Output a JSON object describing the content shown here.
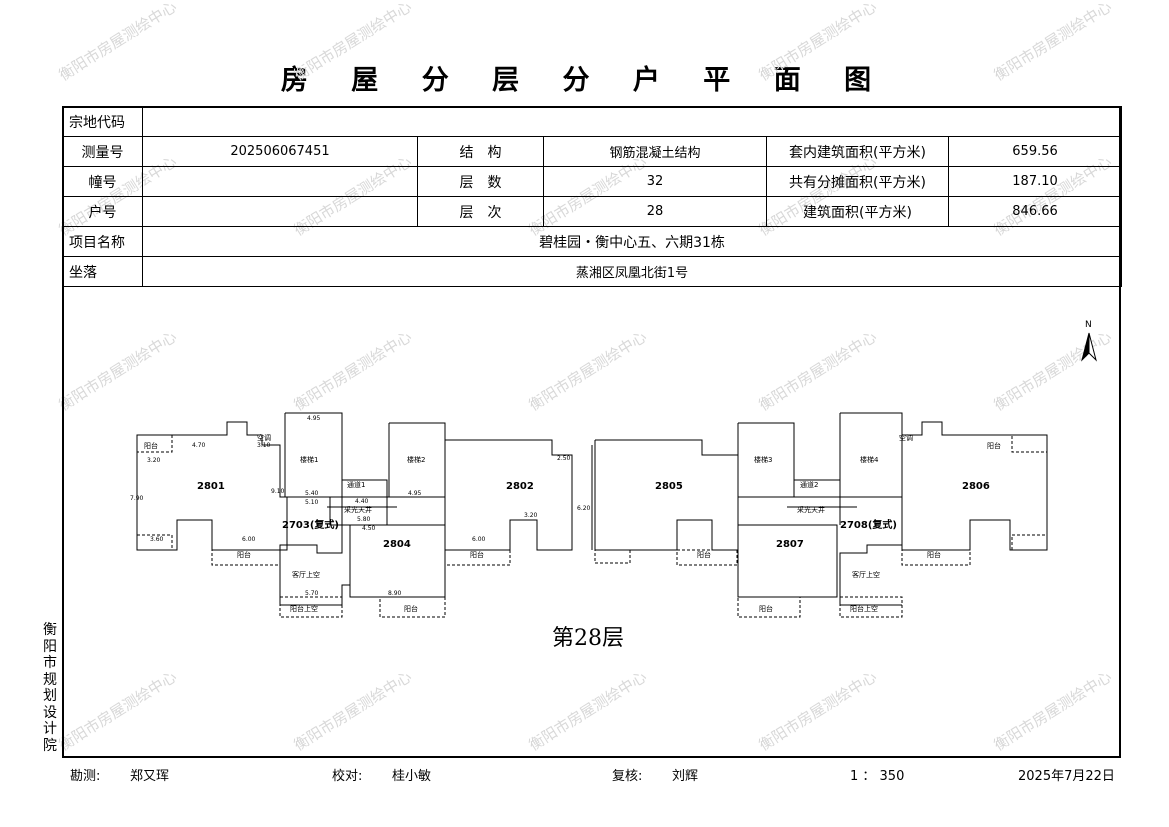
{
  "title": "房 屋 分 层 分 户 平 面 图",
  "info": {
    "parcel_code_label": "宗地代码",
    "parcel_code": "",
    "survey_no_label": "测量号",
    "survey_no": "202506067451",
    "structure_label": "结　构",
    "structure": "钢筋混凝土结构",
    "inner_area_label": "套内建筑面积(平方米)",
    "inner_area": "659.56",
    "building_no_label": "幢号",
    "building_no": "",
    "floors_label": "层　数",
    "floors": "32",
    "shared_area_label": "共有分摊面积(平方米)",
    "shared_area": "187.10",
    "unit_no_label": "户号",
    "unit_no": "",
    "floor_level_label": "层　次",
    "floor_level": "28",
    "build_area_label": "建筑面积(平方米)",
    "build_area": "846.66",
    "project_label": "项目名称",
    "project": "碧桂园・衡中心五、六期31栋",
    "location_label": "坐落",
    "location": "蒸湘区凤凰北街1号"
  },
  "plan": {
    "north": "N",
    "floor_caption": "第28层",
    "units": [
      "2801",
      "2802",
      "2805",
      "2806",
      "2804",
      "2807",
      "2703(复式)",
      "2708(复式)"
    ],
    "rooms": {
      "balcony": "阳台",
      "stair1": "楼梯1",
      "stair2": "楼梯2",
      "stair3": "楼梯3",
      "stair4": "楼梯4",
      "elevator1": "通道1",
      "elevator2": "通道2",
      "light_well": "采光天井",
      "living_upper": "客厅上空",
      "balcony_upper": "阳台上空",
      "ac": "空调"
    },
    "dims": [
      "4.95",
      "3.20",
      "4.70",
      "3.10",
      "7.90",
      "9.10",
      "5.40",
      "5.10",
      "4.40",
      "4.95",
      "5.80",
      "4.50",
      "6.00",
      "3.60",
      "8.90",
      "5.70",
      "2.50",
      "6.20",
      "3.20",
      "6.00"
    ]
  },
  "side_text": "衡阳市规划设计院",
  "footer": {
    "surveyor_label": "勘测:",
    "surveyor": "郑又珲",
    "checker_label": "校对:",
    "checker": "桂小敏",
    "reviewer_label": "复核:",
    "reviewer": "刘辉",
    "scale": "1 ： 350",
    "date": "2025年7月22日"
  },
  "watermark": "衡阳市房屋测绘中心"
}
